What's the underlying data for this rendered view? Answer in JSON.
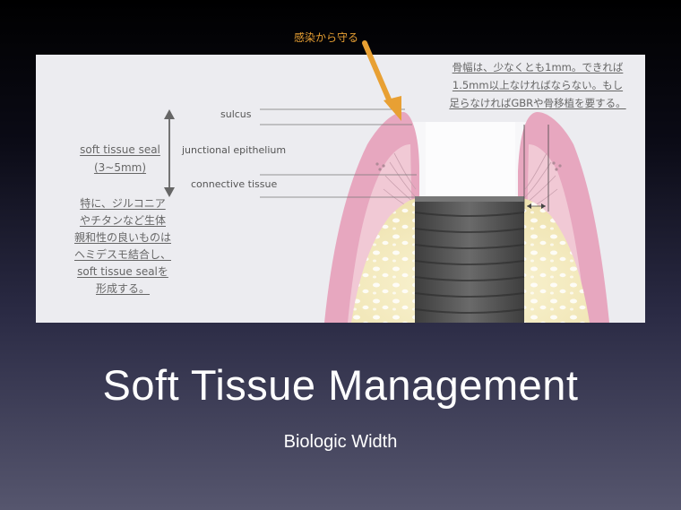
{
  "slide": {
    "title": "Soft Tissue Management",
    "subtitle": "Biologic Width"
  },
  "diagram": {
    "infection_label": "感染から守る",
    "tissue_labels": {
      "sulcus": "sulcus",
      "junctional_epithelium": "junctional epithelium",
      "connective_tissue": "connective tissue"
    },
    "seal_note": {
      "lines": [
        "soft tissue seal",
        "(3~5mm)"
      ]
    },
    "material_note": {
      "lines": [
        "特に、ジルコニア",
        "やチタンなど生体",
        "親和性の良いものは",
        "ヘミデスモ結合し、",
        "soft tissue sealを",
        "形成する。"
      ]
    },
    "bone_note": {
      "lines": [
        "骨幅は、少なくとも1mm。できれば",
        "1.5mm以上なければならない。もし",
        "足らなければGBRや骨移植を要する。"
      ]
    }
  },
  "colors": {
    "panel_background": "#ececf0",
    "gingiva": "#e7a7bf",
    "bone": "#f6f0c8",
    "implant": "#5a5a5a",
    "arrow": "#e8a033"
  }
}
